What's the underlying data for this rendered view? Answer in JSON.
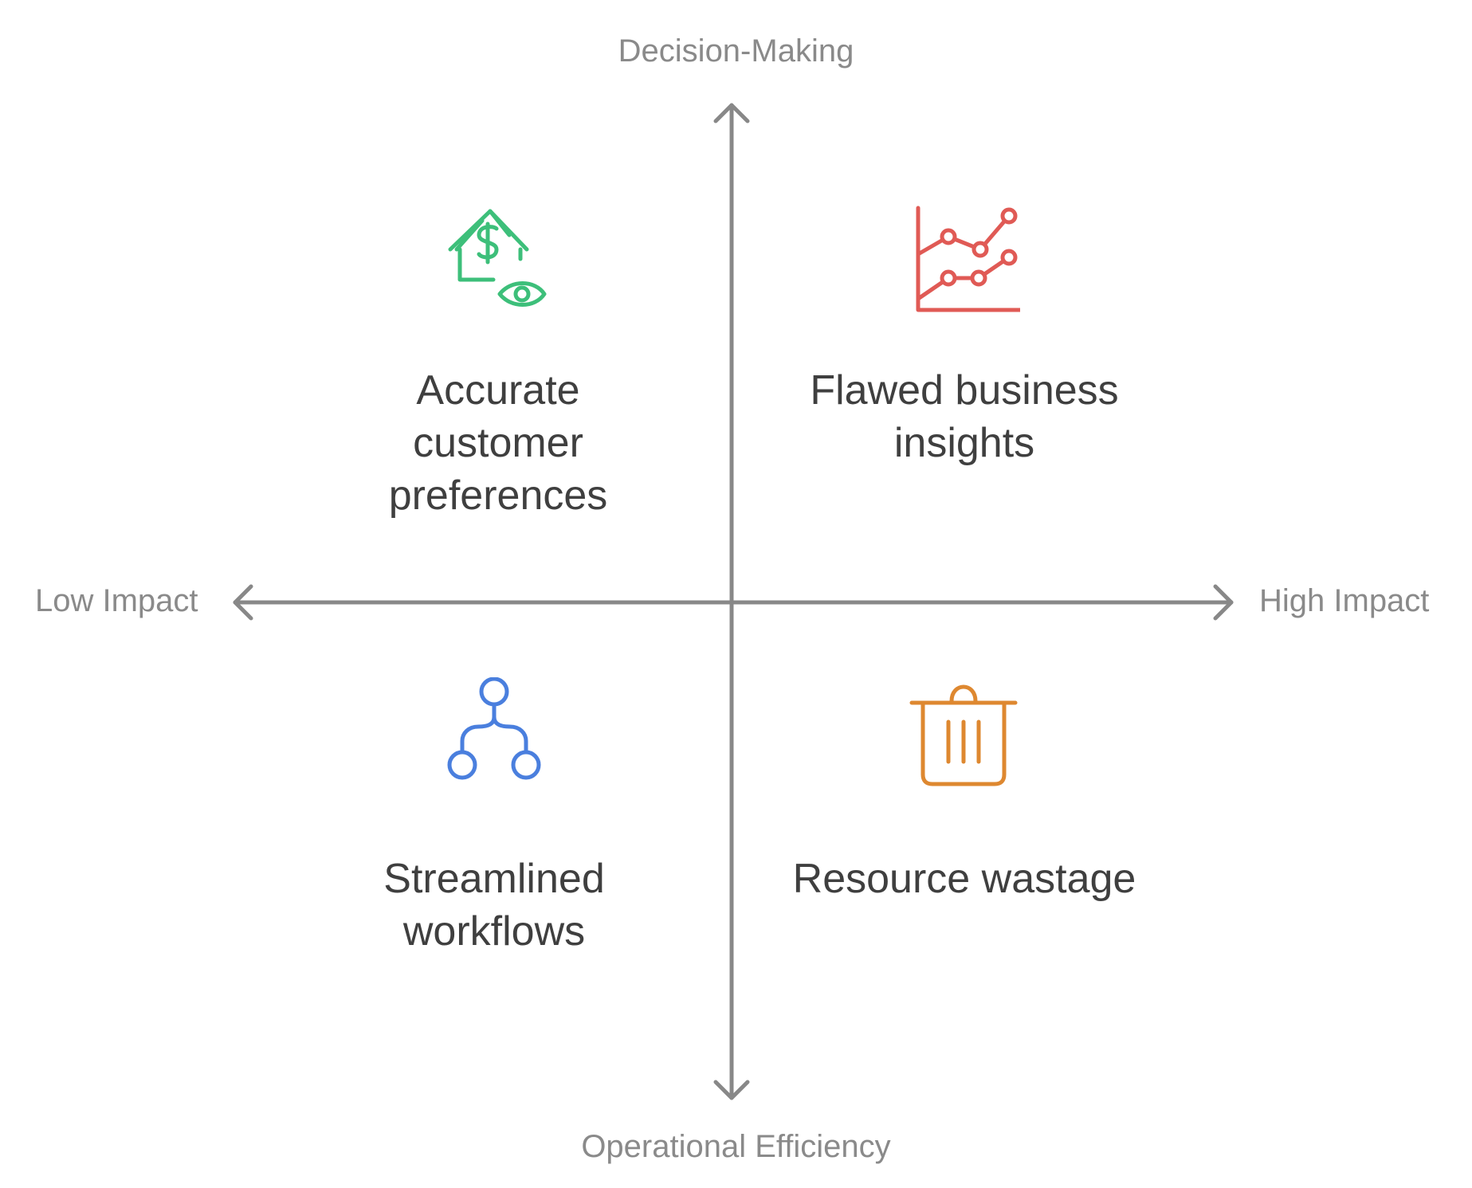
{
  "axes": {
    "top": "Decision-Making",
    "bottom": "Operational Efficiency",
    "left": "Low Impact",
    "right": "High Impact",
    "color": "#888888"
  },
  "quadrants": [
    {
      "label": "Accurate\ncustomer\npreferences",
      "icon": "house-dollar-eye-icon",
      "color": "#3dbf7a"
    },
    {
      "label": "Flawed business\ninsights",
      "icon": "line-chart-icon",
      "color": "#e05a55"
    },
    {
      "label": "Streamlined\nworkflows",
      "icon": "workflow-branch-icon",
      "color": "#4a7fde"
    },
    {
      "label": "Resource wastage",
      "icon": "trash-can-icon",
      "color": "#de8830"
    }
  ]
}
